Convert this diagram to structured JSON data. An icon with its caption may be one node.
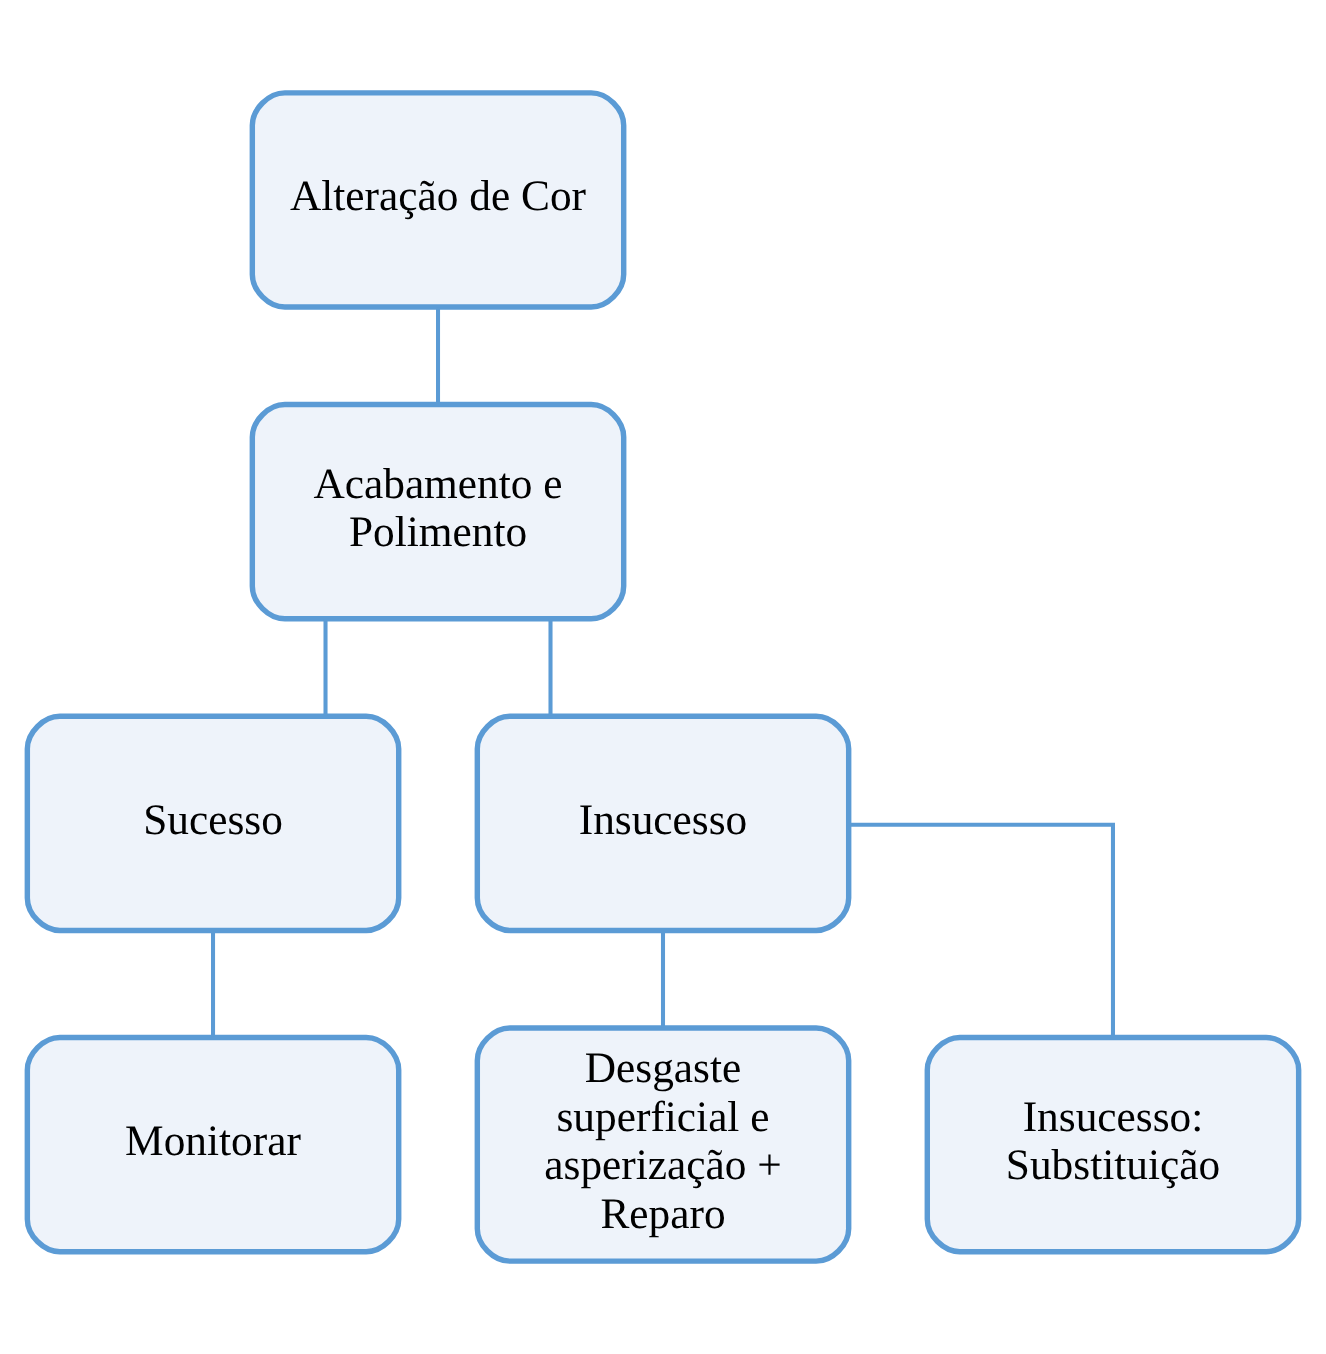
{
  "diagram": {
    "nodes": [
      {
        "text": [
          "Alteração de Cor"
        ]
      },
      {
        "text": [
          "Acabamento e Polimento"
        ]
      },
      {
        "text": [
          "Sucesso"
        ]
      },
      {
        "text": [
          "Insucesso"
        ]
      },
      {
        "text": [
          "Monitorar"
        ]
      },
      {
        "text": [
          "Desgaste superficial e asperização + Reparo"
        ]
      },
      {
        "text": [
          "Insucesso: Substituição"
        ]
      }
    ],
    "edges": [
      {
        "from": 0,
        "to": 1,
        "arrow": "none"
      },
      {
        "from": 1,
        "to": 2,
        "arrow": "none"
      },
      {
        "from": 1,
        "to": 3,
        "arrow": "none"
      },
      {
        "from": 2,
        "to": 4,
        "arrow": "none"
      },
      {
        "from": 3,
        "to": 5,
        "arrow": "none"
      },
      {
        "from": 3,
        "to": 6,
        "arrow": "none"
      }
    ]
  }
}
